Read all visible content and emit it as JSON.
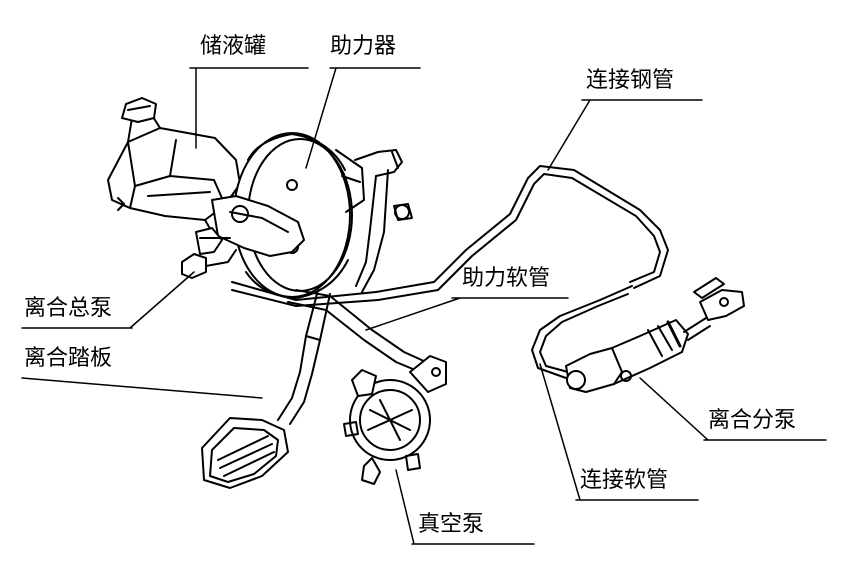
{
  "labels": {
    "reservoir": "储液罐",
    "booster": "助力器",
    "steel_pipe": "连接钢管",
    "master_cylinder": "离合总泵",
    "booster_hose": "助力软管",
    "pedal": "离合踏板",
    "slave_cylinder": "离合分泵",
    "connecting_hose": "连接软管",
    "vacuum_pump": "真空泵"
  },
  "colors": {
    "line": "#000000",
    "background": "#ffffff"
  }
}
